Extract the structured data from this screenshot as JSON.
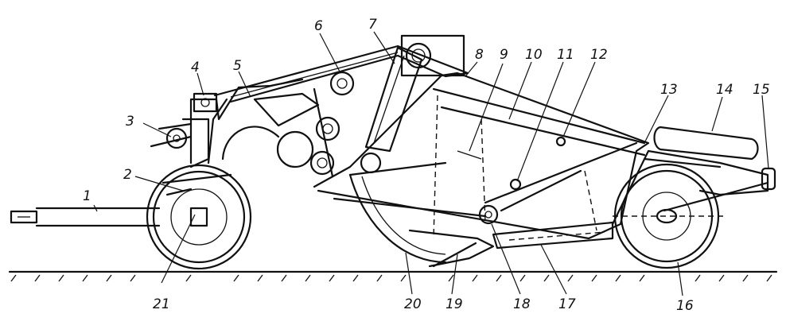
{
  "labels": {
    "l1": "1",
    "l2": "2",
    "l3": "3",
    "l4": "4",
    "l5": "5",
    "l6": "6",
    "l7": "7",
    "l8": "8",
    "l9": "9",
    "l10": "10",
    "l11": "11",
    "l12": "12",
    "l13": "13",
    "l14": "14",
    "l15": "15",
    "l16": "16",
    "l17": "17",
    "l18": "18",
    "l19": "19",
    "l20": "20",
    "l21": "21"
  }
}
